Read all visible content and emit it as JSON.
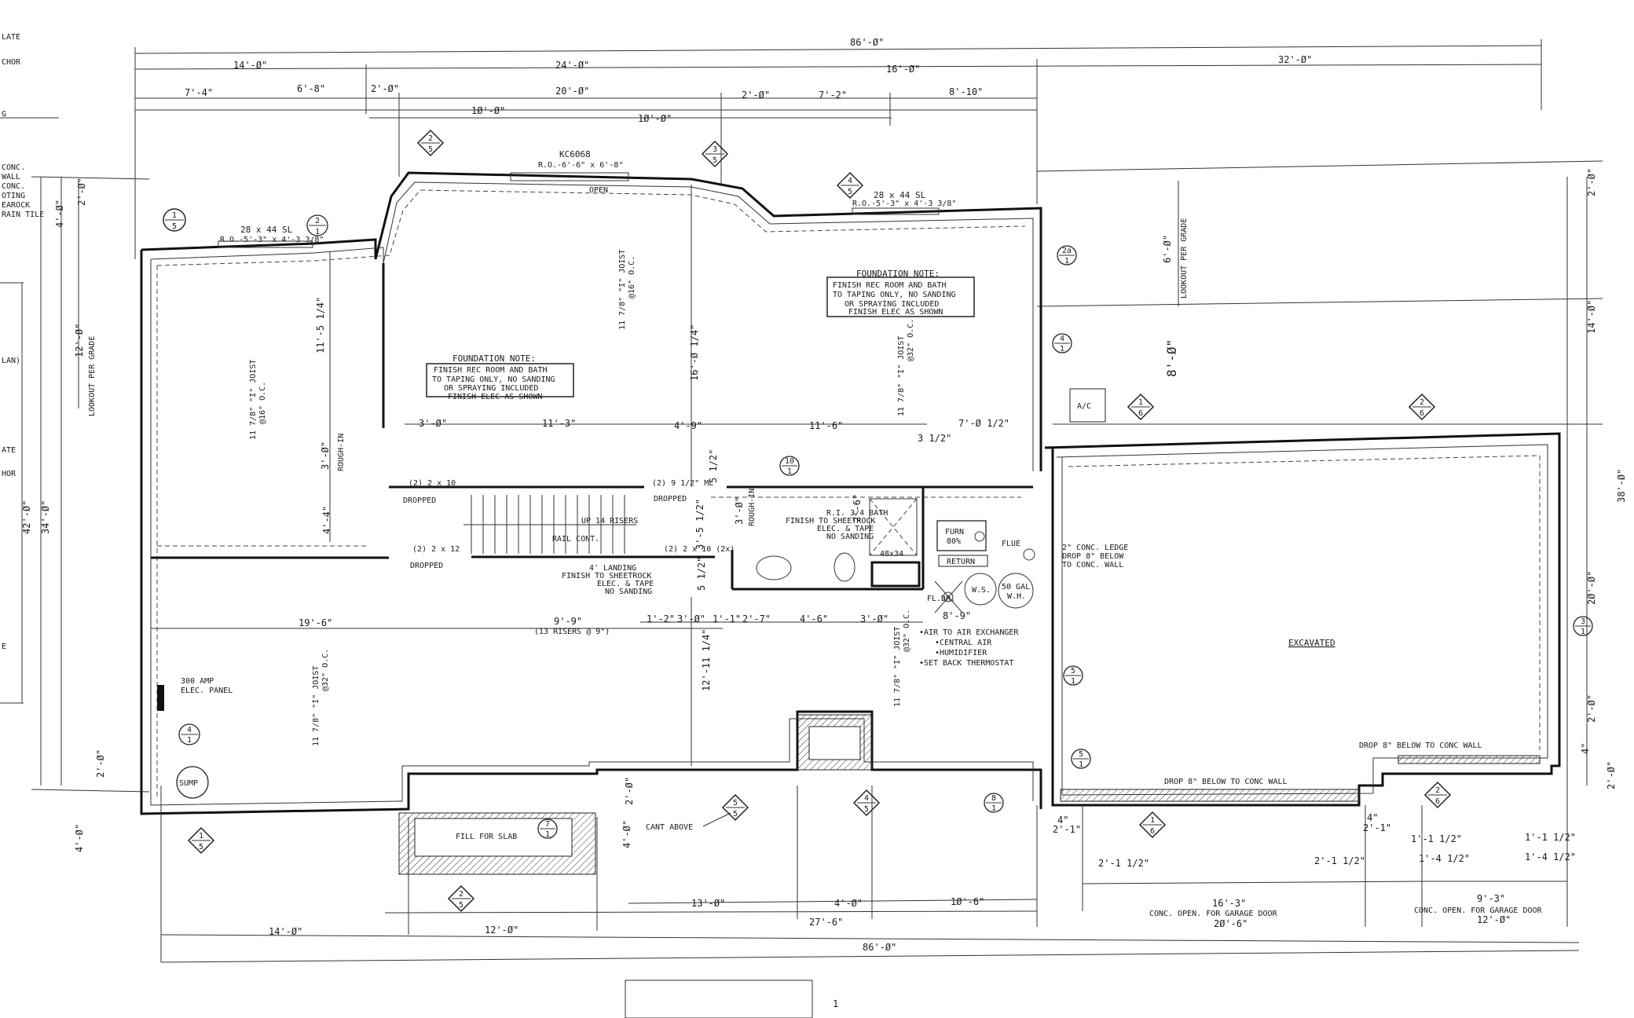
{
  "legend": [
    "LATE",
    "CHOR",
    "G",
    "CONC.",
    "WALL",
    "CONC.",
    "OTING",
    "EAROCK",
    "RAIN TILE",
    "LAN)",
    "ATE",
    "HOR",
    "E"
  ],
  "dims_top": {
    "overall": "86'-Ø\"",
    "d14": "14'-Ø\"",
    "d24": "24'-Ø\"",
    "d16": "16'-Ø\"",
    "d32": "32'-Ø\"",
    "d7_4": "7'-4\"",
    "d6_8": "6'-8\"",
    "d2_0a": "2'-Ø\"",
    "d20": "20'-Ø\"",
    "d2_0b": "2'-Ø\"",
    "d7_2": "7'-2\"",
    "d8_10": "8'-10\"",
    "d10a": "1Ø'-Ø\"",
    "d10b": "1Ø'-Ø\""
  },
  "dims_left": {
    "d42": "42'-Ø\"",
    "d34": "34'-Ø\"",
    "d4": "4'-Ø\"",
    "d2_0": "2'-Ø\"",
    "d12": "12'-Ø\"",
    "lookout": "LOOKOUT PER GRADE",
    "d2_0b": "2'-Ø\"",
    "d4b": "4'-Ø\""
  },
  "dims_right": {
    "d38": "38'-Ø\"",
    "d14": "14'-Ø\"",
    "d20": "2Ø'-Ø\"",
    "d2_0": "2'-Ø\"",
    "d2_0b": "2'-Ø\"",
    "d2_0c": "2'-Ø\"",
    "d4": "4\"",
    "d6": "6'-Ø\"",
    "lookout": "LOOKOUT PER GRADE"
  },
  "dims_mid": {
    "d3_0": "3'-Ø\"",
    "d11_3": "11'-3\"",
    "d4_9": "4'-9\"",
    "d11_6": "11'-6\"",
    "d7_0h": "7'-Ø 1/2\"",
    "d3h": "3 1/2\"",
    "d19_6": "19'-6\"",
    "d9_9": "9'-9\"",
    "risers13": "(13 RISERS @ 9\")",
    "d1_2": "1'-2\"",
    "d3_0b": "3'-Ø\"",
    "d1_1": "1'-1\"",
    "d2_7": "2'-7\"",
    "d4_6": "4'-6\"",
    "d3_0c": "3'-Ø\"",
    "d8_9": "8'-9\"",
    "d11_5": "11'-5 1/4\"",
    "d16_0": "16'-Ø 1/4\"",
    "d12_11": "12'-11 1/4\"",
    "d3_0v": "3'-Ø\"",
    "d4_4": "4'-4\"",
    "d3_0w": "3'-Ø\"",
    "d2_6": "2'-6\"",
    "d3_5": "3'-5 1/2\"",
    "d5h": "5 1/2\"",
    "d5h2": "5 1/2\"",
    "d80": "8'-Ø\"",
    "d2_0m": "2'-Ø\"",
    "d4_0m": "4'-Ø\""
  },
  "dims_bottom": {
    "overall": "86'-Ø\"",
    "d14": "14'-Ø\"",
    "d12": "12'-Ø\"",
    "d27_6": "27'-6\"",
    "d13": "13'-Ø\"",
    "d4": "4'-Ø\"",
    "d10_6": "1Ø'-6\"",
    "d16_3": "16'-3\"",
    "garage1": "CONC. OPEN. FOR GARAGE DOOR",
    "d20_6": "2Ø'-6\"",
    "d9_3": "9'-3\"",
    "garage2": "CONC. OPEN. FOR GARAGE DOOR",
    "d12_0": "12'-Ø\"",
    "d2_1a": "2'-1 1/2\"",
    "d2_1b": "2'-1 1/2\"",
    "d1_1": "1'-1 1/2\"",
    "d1_4": "1'-4 1/2\"",
    "d1_1b": "1'-1 1/2\"",
    "d1_4b": "1'-4 1/2\"",
    "d4in": "4\"",
    "d2_1c": "2'-1\"",
    "d4in2": "4\"",
    "d2_1d": "2'-1\""
  },
  "windows": {
    "w1": "28 x 44 SL",
    "w1ro": "R.O.-5'-3\" x 4'-3 3/8\"",
    "w2": "KC6068",
    "w2ro": "R.O.-6'-6\" x 6'-8\"",
    "w3": "28 x 44 SL",
    "w3ro": "R.O.-5'-3\" x 4'-3 3/8\"",
    "open": "OPEN"
  },
  "notes": {
    "n1": [
      "FOUNDATION NOTE:",
      "FINISH REC ROOM AND BATH",
      "TO TAPING ONLY, NO SANDING",
      "OR SPRAYING INCLUDED",
      "FINISH ELEC AS SHOWN"
    ],
    "n2": [
      "FOUNDATION NOTE:",
      "FINISH REC ROOM AND BATH",
      "TO TAPING ONLY, NO SANDING",
      "OR SPRAYING INCLUDED",
      "FINISH ELEC AS SHOWN"
    ]
  },
  "labels": {
    "joist1": "11 7/8\" \"I\" JOIST",
    "joist1b": "@16\" O.C.",
    "joist2": "11 7/8\" \"I\" JOIST",
    "joist2b": "@16\" O.C.",
    "joist3": "11 7/8\" \"I\" JOIST",
    "joist3b": "@32\" O.C.",
    "joist4": "11 7/8\" \"I\" JOIST",
    "joist4b": "@32\" O.C.",
    "joist5": "11 7/8\" \"I\" JOIST",
    "joist5b": "@32\" O.C.",
    "beam1": "(2) 2 x 10",
    "dropped1": "DROPPED",
    "beam2": "(2) 9 1/2\" ML",
    "dropped2": "DROPPED",
    "beam3": "(2) 2 x 12",
    "dropped3": "DROPPED",
    "beam4": "(2) 2 x 10 (2x)",
    "stairs": "UP 14 RISERS",
    "rail": "RAIL CONT.",
    "landing": [
      "4' LANDING",
      "FINISH TO SHEETROCK",
      "ELEC. & TAPE",
      "NO SANDING"
    ],
    "bath": [
      "R.I. 3/4 BATH",
      "FINISH TO SHEETROCK",
      "ELEC. & TAPE",
      "NO SANDING"
    ],
    "shower": "48x34",
    "rough1": "ROUGH-IN",
    "rough2": "ROUGH-IN",
    "furn": "FURN",
    "furn2": "80%",
    "return": "RETURN",
    "flue": "FLUE",
    "fldr": "FL.DR.",
    "ws": "W.S.",
    "wh": "50 GAL",
    "wh2": "W.H.",
    "hvac": [
      "•AIR TO AIR EXCHANGER",
      "•CENTRAL AIR",
      "•HUMIDIFIER",
      "•SET BACK THERMOSTAT"
    ],
    "ledge": [
      "2\" CONC. LEDGE",
      "DROP 8\" BELOW",
      "TO CONC. WALL"
    ],
    "ac": "A/C",
    "excavated": "EXCAVATED",
    "panel": [
      "300 AMP",
      "ELEC. PANEL"
    ],
    "sump": "SUMP",
    "fill": "FILL FOR SLAB",
    "cant": "CANT ABOVE",
    "drop1": "DROP 8\" BELOW TO CONC WALL",
    "drop2": "DROP 8\" BELOW TO CONC WALL"
  },
  "sections": [
    {
      "top": "2",
      "bot": "5"
    },
    {
      "top": "3",
      "bot": "5"
    },
    {
      "top": "4",
      "bot": "5"
    },
    {
      "top": "1",
      "bot": "5"
    },
    {
      "top": "2",
      "bot": "1"
    },
    {
      "top": "2a",
      "bot": "1"
    },
    {
      "top": "4",
      "bot": "1"
    },
    {
      "top": "1",
      "bot": "6"
    },
    {
      "top": "2",
      "bot": "6"
    },
    {
      "top": "3",
      "bot": "1"
    },
    {
      "top": "10",
      "bot": "1"
    },
    {
      "top": "5",
      "bot": "1"
    },
    {
      "top": "5",
      "bot": "1"
    },
    {
      "top": "2",
      "bot": "6"
    },
    {
      "top": "1",
      "bot": "6"
    },
    {
      "top": "8",
      "bot": "1"
    },
    {
      "top": "4",
      "bot": "5"
    },
    {
      "top": "5",
      "bot": "5"
    },
    {
      "top": "7",
      "bot": "1"
    },
    {
      "top": "2",
      "bot": "5"
    },
    {
      "top": "1",
      "bot": "5"
    },
    {
      "top": "4",
      "bot": "1"
    }
  ],
  "footer": {
    "mark": "1"
  }
}
